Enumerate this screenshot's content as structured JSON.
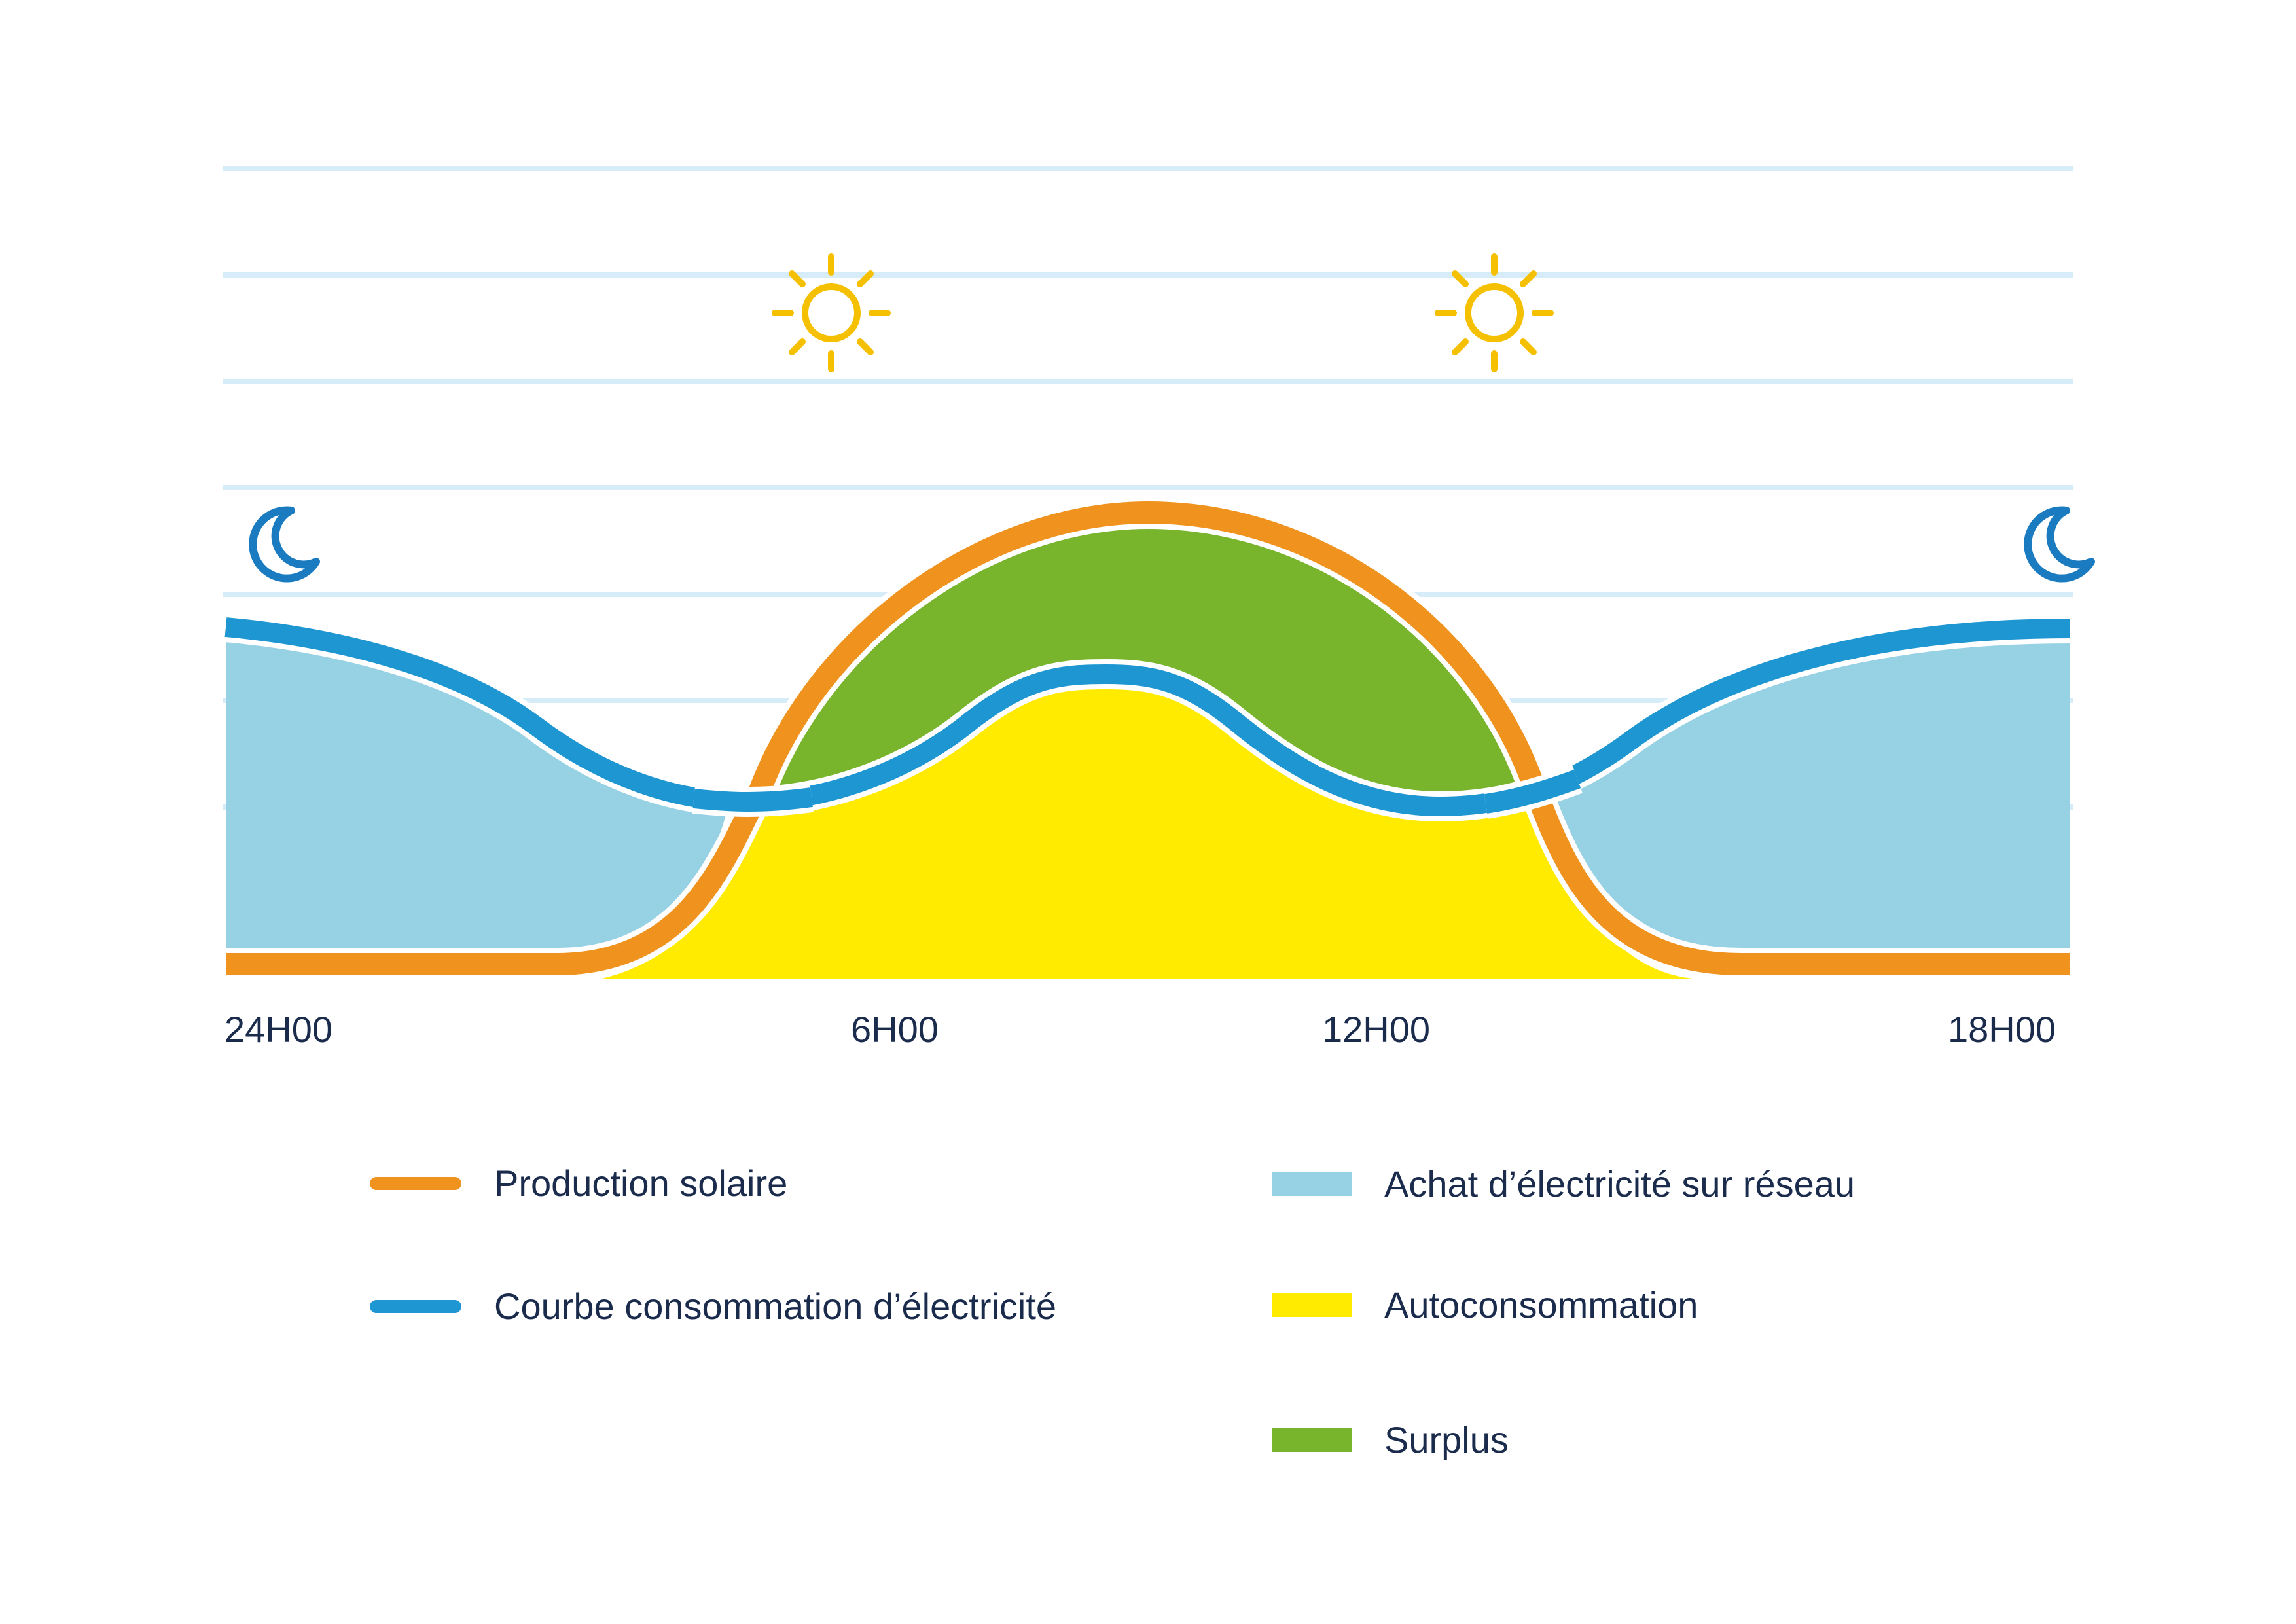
{
  "chart_data": {
    "type": "area",
    "x_ticks": [
      "24H00",
      "6H00",
      "12H00",
      "18H00"
    ],
    "grid": true,
    "legend_position": "bottom",
    "colors": {
      "production": "#f0931e",
      "consumption": "#1e96d2",
      "grid_purchase": "#97d2e4",
      "self_consumption": "#ffeb00",
      "surplus": "#78b52c",
      "sun": "#f4c000",
      "moon": "#1b7bc0",
      "grid_line": "#d6ecf8"
    },
    "icons": [
      "moon-icon",
      "sun-icon",
      "sun-icon",
      "moon-icon"
    ]
  },
  "legend": {
    "production": "Production solaire",
    "consumption": "Courbe consommation d’électricité",
    "grid_purchase": "Achat d’électricité sur réseau",
    "self_consumption": "Autoconsommation",
    "surplus": "Surplus"
  }
}
